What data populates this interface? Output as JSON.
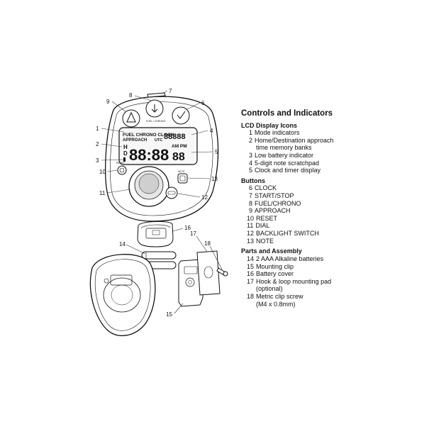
{
  "legend": {
    "title": "Controls and Indicators",
    "sections": [
      {
        "heading": "LCD Display Icons",
        "items": [
          {
            "num": "1",
            "text": "Mode indicators",
            "cont": ""
          },
          {
            "num": "2",
            "text": "Home/Destination approach",
            "cont": "time memory banks"
          },
          {
            "num": "3",
            "text": "Low battery indicator",
            "cont": ""
          },
          {
            "num": "4",
            "text": "5-digit note scratchpad",
            "cont": ""
          },
          {
            "num": "5",
            "text": "Clock and timer display",
            "cont": ""
          }
        ]
      },
      {
        "heading": "Buttons",
        "items": [
          {
            "num": "6",
            "text": "CLOCK",
            "cont": ""
          },
          {
            "num": "7",
            "text": "START/STOP",
            "cont": ""
          },
          {
            "num": "8",
            "text": "FUEL/CHRONO",
            "cont": ""
          },
          {
            "num": "9",
            "text": "APPROACH",
            "cont": ""
          },
          {
            "num": "10",
            "text": "RESET",
            "cont": ""
          },
          {
            "num": "11",
            "text": "DIAL",
            "cont": ""
          },
          {
            "num": "12",
            "text": "BACKLIGHT SWITCH",
            "cont": ""
          },
          {
            "num": "13",
            "text": "NOTE",
            "cont": ""
          }
        ]
      },
      {
        "heading": "Parts and Assembly",
        "items": [
          {
            "num": "14",
            "text": "2 AAA Alkaline batteries",
            "cont": ""
          },
          {
            "num": "15",
            "text": "Mounting clip",
            "cont": ""
          },
          {
            "num": "16",
            "text": "Battery cover",
            "cont": ""
          },
          {
            "num": "17",
            "text": "Hook & loop mounting pad",
            "cont": "(optional)"
          },
          {
            "num": "18",
            "text": "Metric clip screw",
            "cont": "(M4 x 0.8mm)"
          }
        ]
      }
    ]
  },
  "diagram": {
    "callouts": [
      "1",
      "2",
      "3",
      "4",
      "5",
      "6",
      "7",
      "8",
      "9",
      "10",
      "11",
      "12",
      "13",
      "14",
      "15",
      "16",
      "17",
      "18"
    ],
    "lcd": {
      "mode_row": "FUEL CHRONO CLOCK",
      "approach": "APPROACH",
      "utc": "UTC",
      "scratchpad": "88888",
      "main_digits": "88:88",
      "seconds": "88",
      "am_pm": "AM PM",
      "bank_h": "H",
      "bank_d": "D"
    },
    "button_labels": {
      "approach": "APPROACH",
      "fuel": "FUEL / CHRONO",
      "clock": "CLOCK",
      "reset": "RESET",
      "note": "NOTE"
    }
  }
}
